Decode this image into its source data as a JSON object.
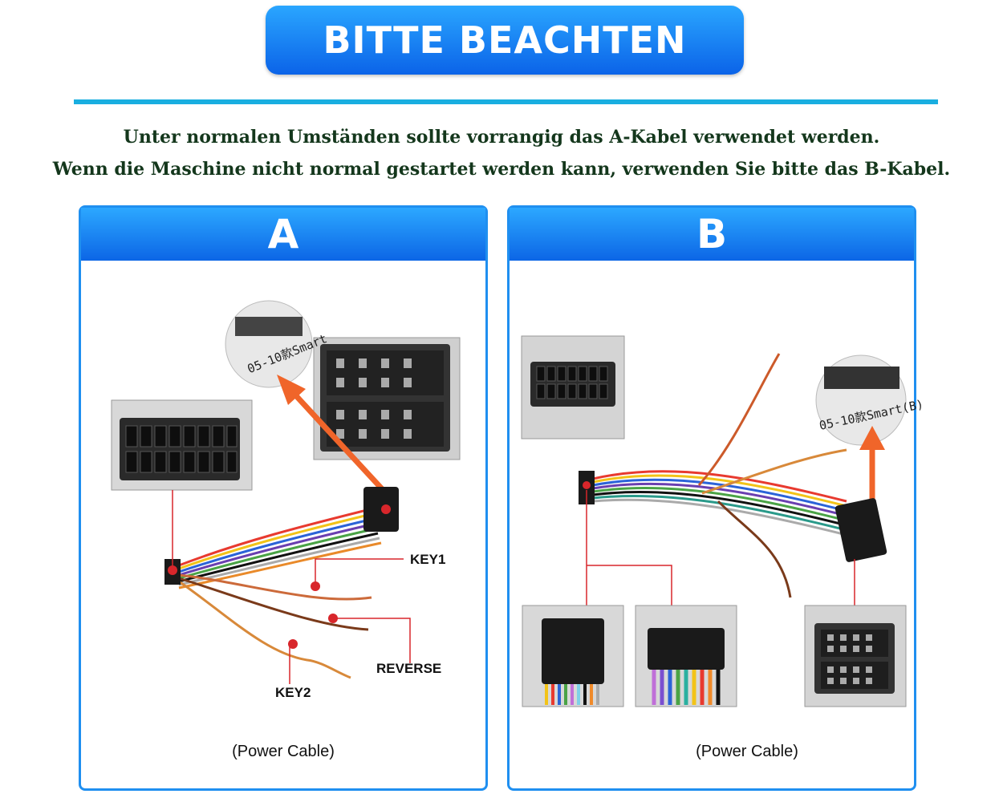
{
  "header": {
    "title": "BITTE BEACHTEN"
  },
  "notes": {
    "line1": "Unter normalen Umständen sollte vorrangig das A-Kabel verwendet werden.",
    "line2": "Wenn die Maschine nicht normal gestartet werden kann, verwenden Sie bitte das B-Kabel."
  },
  "panel_a": {
    "title": "A",
    "connector_tag": "05-10款Smart",
    "labels": {
      "key1": "KEY1",
      "reverse": "REVERSE",
      "key2": "KEY2"
    },
    "caption": "(Power Cable)"
  },
  "panel_b": {
    "title": "B",
    "connector_tag": "05-10款Smart(B)",
    "caption": "(Power Cable)"
  },
  "colors": {
    "accent": "#1f8ff0",
    "rule": "#19aee0",
    "note_text": "#14371c",
    "pointer": "#f0652a",
    "callout_line": "#d8262b"
  }
}
